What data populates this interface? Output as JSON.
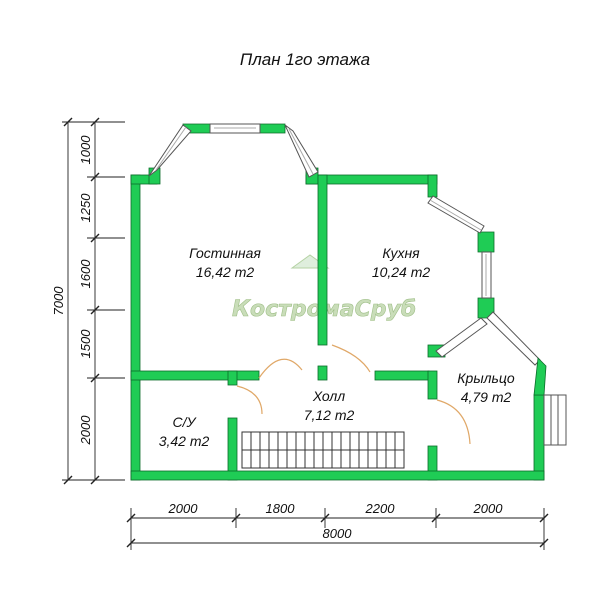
{
  "title": "План 1го этажа",
  "rooms": [
    {
      "name": "Гостинная",
      "area": "16,42 m2"
    },
    {
      "name": "Кухня",
      "area": "10,24 m2"
    },
    {
      "name": "Холл",
      "area": "7,12 m2"
    },
    {
      "name": "С/У",
      "area": "3,42 m2"
    },
    {
      "name": "Крыльцо",
      "area": "4,79 m2"
    }
  ],
  "dims_bottom": [
    "2000",
    "1800",
    "2200",
    "2000"
  ],
  "dim_total_width": "8000",
  "dims_left": [
    "1000",
    "1250",
    "1600",
    "1500",
    "2000"
  ],
  "dim_total_height": "7000",
  "watermark": "КостромаСруб",
  "colors": {
    "wall": "#1fcc55",
    "wall_edge": "#0c6b2a",
    "line": "#222222"
  }
}
